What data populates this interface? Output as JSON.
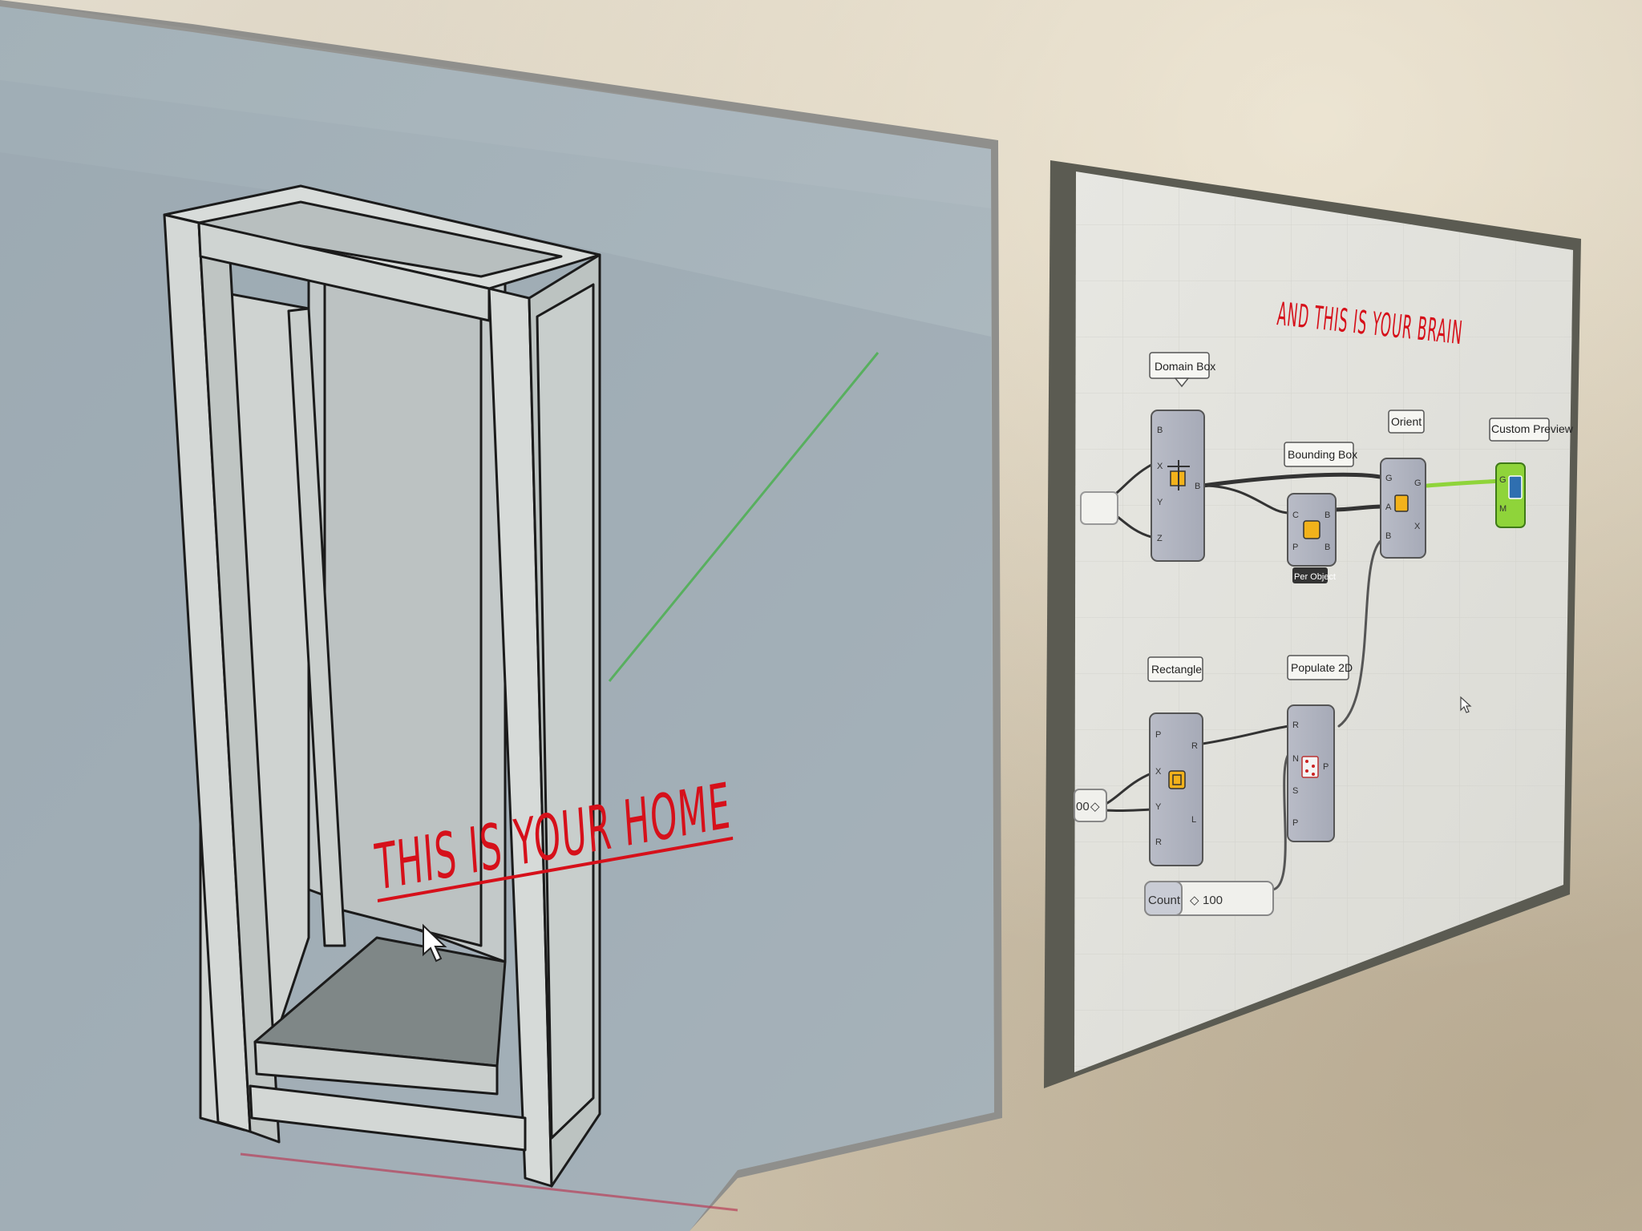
{
  "left_poster": {
    "banner": "THIS IS YOUR HOME",
    "colors": {
      "viewport": "#a9b6bd",
      "banner": "#d6101a",
      "frame": "#9a9a9a"
    }
  },
  "right_poster": {
    "banner": "AND THIS IS YOUR BRAIN",
    "colors": {
      "canvas": "#e4e4e0",
      "banner": "#d6101a",
      "frame": "#5b5b52",
      "wire_active": "#8fd43a"
    },
    "nodes": {
      "domain_box": {
        "label": "Domain Box",
        "inputs": [
          "B",
          "X",
          "Y",
          "Z"
        ],
        "outputs": [
          "B"
        ],
        "icon": "domain-box-icon"
      },
      "bounding_box": {
        "label": "Bounding Box",
        "inputs": [
          "C",
          "P"
        ],
        "outputs": [
          "B",
          "B"
        ],
        "badge": "Per Object",
        "icon": "bounding-box-icon"
      },
      "orient": {
        "label": "Orient",
        "inputs": [
          "G",
          "A",
          "B"
        ],
        "outputs": [
          "G",
          "X"
        ],
        "icon": "orient-icon"
      },
      "custom_preview": {
        "label": "Custom Preview",
        "inputs": [
          "G",
          "M"
        ],
        "icon": "custom-preview-icon"
      },
      "rectangle": {
        "label": "Rectangle",
        "inputs": [
          "P",
          "X",
          "Y",
          "R"
        ],
        "outputs": [
          "R",
          "L"
        ],
        "icon": "rectangle-icon"
      },
      "populate_2d": {
        "label": "Populate 2D",
        "inputs": [
          "R",
          "N",
          "S",
          "P"
        ],
        "outputs": [
          "P"
        ],
        "icon": "populate-icon"
      }
    },
    "slider": {
      "label": "Count",
      "value": "100"
    },
    "partial_slider": {
      "value": "00"
    }
  }
}
